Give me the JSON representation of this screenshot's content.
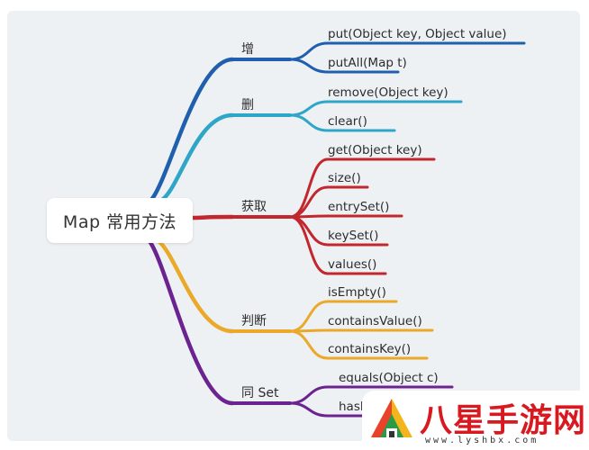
{
  "root": {
    "label": "Map 常用方法"
  },
  "branches": [
    {
      "name": "增",
      "color": "#1f5fae",
      "items": [
        "put(Object key, Object value)",
        "putAll(Map t)"
      ]
    },
    {
      "name": "删",
      "color": "#2ea6c8",
      "items": [
        "remove(Object key)",
        "clear()"
      ]
    },
    {
      "name": "获取",
      "color": "#c1272d",
      "items": [
        "get(Object key)",
        "size()",
        "entrySet()",
        "keySet()",
        "values()"
      ]
    },
    {
      "name": "判断",
      "color": "#eba92a",
      "items": [
        "isEmpty()",
        "containsValue()",
        "containsKey()"
      ]
    },
    {
      "name": "同 Set",
      "color": "#6b2390",
      "items": [
        "equals(Object c)",
        "hash"
      ]
    }
  ],
  "watermark": {
    "title": "八星手游网",
    "url": "www.lyshbx.com"
  }
}
